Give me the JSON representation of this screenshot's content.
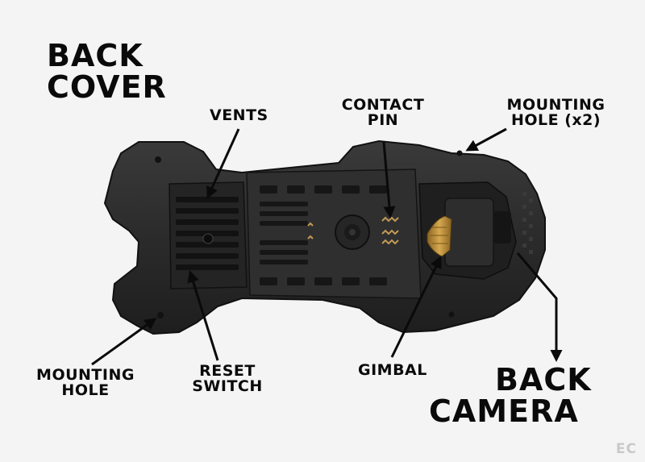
{
  "labels": {
    "back_cover": [
      "BACK",
      "COVER"
    ],
    "vents": "VENTS",
    "contact_pin": [
      "CONTACT",
      "PIN"
    ],
    "mounting_hole_x2": [
      "MOUNTING",
      "HOLE (x2)"
    ],
    "mounting_hole": [
      "MOUNTING",
      "HOLE"
    ],
    "reset_switch": [
      "RESET",
      "SWITCH"
    ],
    "gimbal": "GIMBAL",
    "back_camera": [
      "BACK",
      "CAMERA"
    ]
  },
  "watermark": "EC",
  "colors": {
    "background": "#f4f4f4",
    "body": "#2a2a2a",
    "body_dark": "#1a1a1a",
    "text": "#0a0a0a",
    "brass": "#b8893a"
  }
}
